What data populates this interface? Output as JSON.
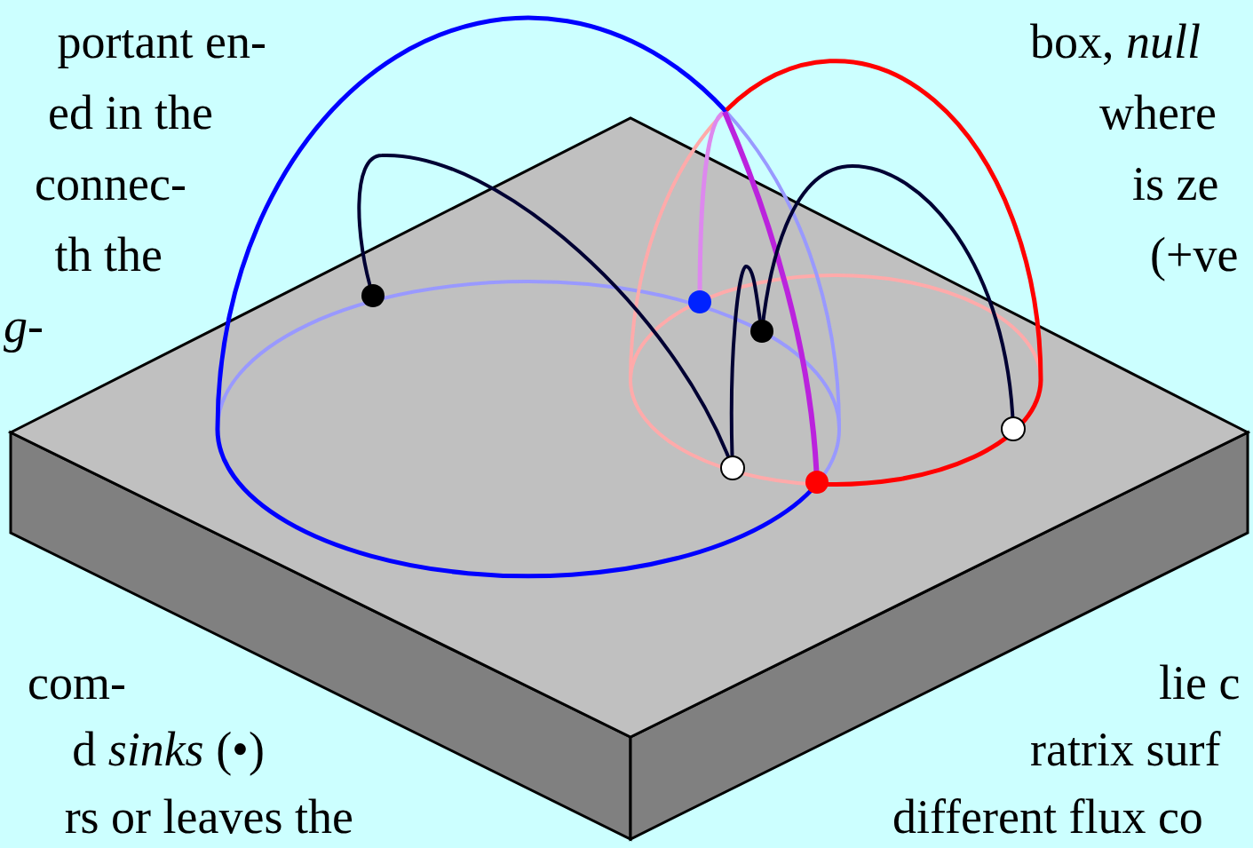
{
  "diagram": {
    "labels": [
      "portant en-",
      "box, null",
      "ed in the",
      "where",
      "connec-",
      "is ze",
      "th the",
      "(+ve",
      "g-",
      "com-",
      "lie c",
      "d sinks (•)",
      "ratrix surf",
      "rs or leaves the",
      "different flux co"
    ]
  }
}
